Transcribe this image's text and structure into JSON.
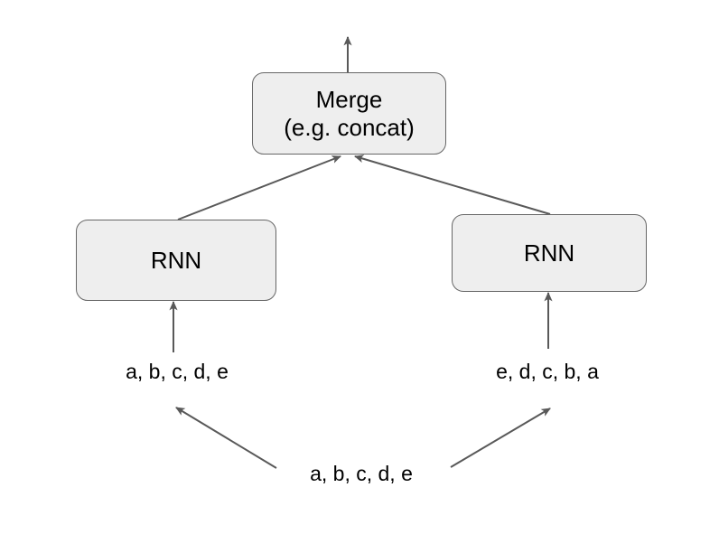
{
  "diagram": {
    "title": "Bidirectional RNN merge diagram",
    "background_color": "#ffffff",
    "node_fill_color": "#eeeeee",
    "node_border_color": "#666666",
    "edge_color": "#595959",
    "text_color": "#000000",
    "nodes": {
      "merge": {
        "line1": "Merge",
        "line2": "(e.g. concat)"
      },
      "rnn_left": {
        "label": "RNN"
      },
      "rnn_right": {
        "label": "RNN"
      }
    },
    "labels": {
      "forward_input": "a, b, c, d, e",
      "reverse_input": "e, d, c, b, a",
      "source_sequence": "a, b, c, d, e"
    },
    "edges": [
      {
        "name": "merge-to-output",
        "from": "merge",
        "to": "output",
        "direction": "up",
        "arrowhead": true
      },
      {
        "name": "rnn-left-to-merge",
        "from": "rnn_left",
        "to": "merge",
        "direction": "up-right",
        "arrowhead": true
      },
      {
        "name": "rnn-right-to-merge",
        "from": "rnn_right",
        "to": "merge",
        "direction": "up-left",
        "arrowhead": true
      },
      {
        "name": "forward-input-to-rnn-left",
        "from": "forward_input",
        "to": "rnn_left",
        "direction": "up",
        "arrowhead": true
      },
      {
        "name": "reverse-input-to-rnn-right",
        "from": "reverse_input",
        "to": "rnn_right",
        "direction": "up",
        "arrowhead": true
      },
      {
        "name": "source-to-forward-input",
        "from": "source_sequence",
        "to": "forward_input",
        "direction": "up-left",
        "arrowhead": true
      },
      {
        "name": "source-to-reverse-input",
        "from": "source_sequence",
        "to": "reverse_input",
        "direction": "up-right",
        "arrowhead": true
      }
    ]
  }
}
